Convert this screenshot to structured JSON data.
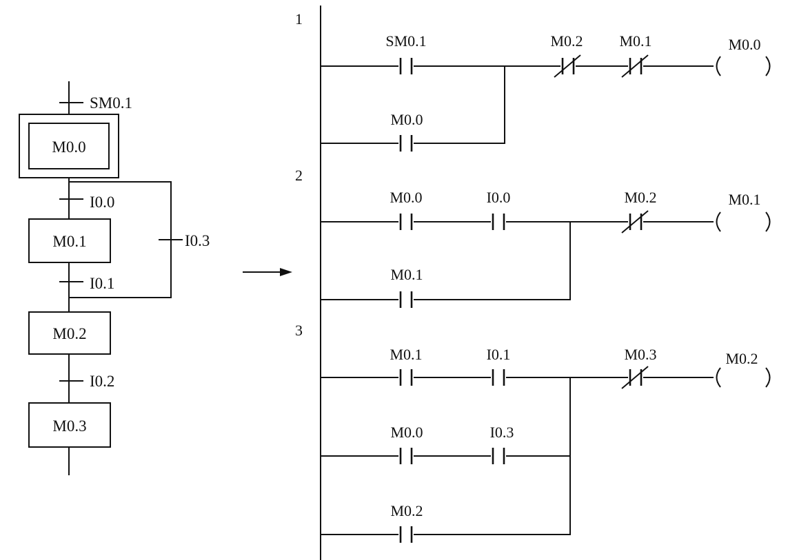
{
  "sfc": {
    "initial_transition": "SM0.1",
    "steps": [
      "M0.0",
      "M0.1",
      "M0.2",
      "M0.3"
    ],
    "transitions": [
      "I0.0",
      "I0.1",
      "I0.2"
    ],
    "jump_transition": "I0.3"
  },
  "ladder": {
    "rungs": [
      {
        "number": "1",
        "coil": "M0.0",
        "main": [
          {
            "label": "SM0.1",
            "type": "NO"
          },
          {
            "label": "M0.2",
            "type": "NC"
          },
          {
            "label": "M0.1",
            "type": "NC"
          }
        ],
        "branches": [
          [
            {
              "label": "M0.0",
              "type": "NO"
            }
          ]
        ]
      },
      {
        "number": "2",
        "coil": "M0.1",
        "main": [
          {
            "label": "M0.0",
            "type": "NO"
          },
          {
            "label": "I0.0",
            "type": "NO"
          },
          {
            "label": "M0.2",
            "type": "NC"
          }
        ],
        "branches": [
          [
            {
              "label": "M0.1",
              "type": "NO"
            }
          ]
        ]
      },
      {
        "number": "3",
        "coil": "M0.2",
        "main": [
          {
            "label": "M0.1",
            "type": "NO"
          },
          {
            "label": "I0.1",
            "type": "NO"
          },
          {
            "label": "M0.3",
            "type": "NC"
          }
        ],
        "branches": [
          [
            {
              "label": "M0.0",
              "type": "NO"
            },
            {
              "label": "I0.3",
              "type": "NO"
            }
          ],
          [
            {
              "label": "M0.2",
              "type": "NO"
            }
          ]
        ]
      }
    ]
  }
}
